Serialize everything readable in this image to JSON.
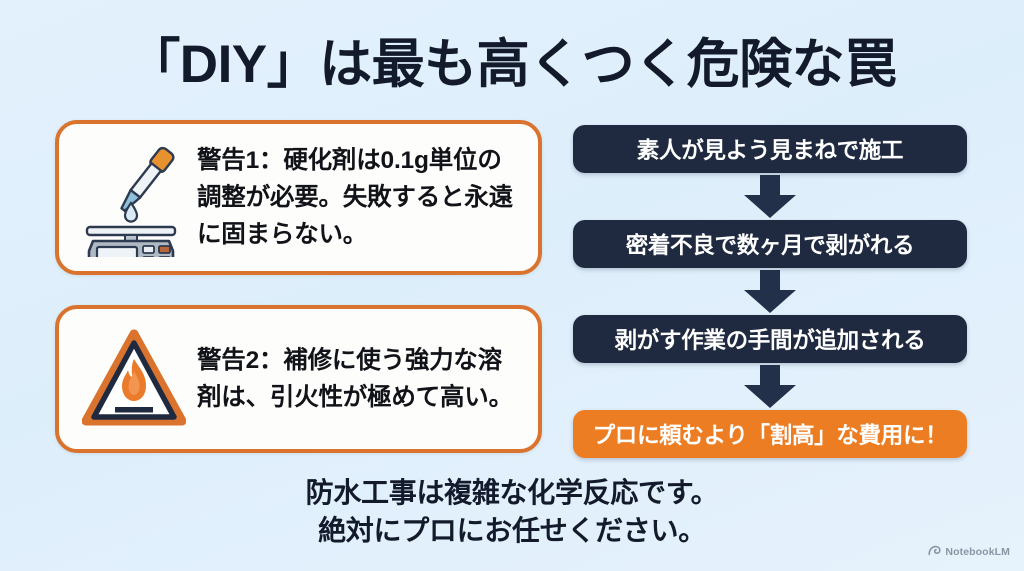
{
  "title": "「DIY」は最も高くつく危険な罠",
  "warnings": [
    {
      "icon": "scale-dropper-icon",
      "text": "警告1：硬化剤は0.1g単位の調整が必要。失敗すると永遠に固まらない。"
    },
    {
      "icon": "flammable-hazard-icon",
      "text": "警告2：補修に使う強力な溶剤は、引火性が極めて高い。"
    }
  ],
  "flow": {
    "steps": [
      {
        "label": "素人が見よう見まねで施工",
        "style": "dark"
      },
      {
        "label": "密着不良で数ヶ月で剥がれる",
        "style": "dark"
      },
      {
        "label": "剥がす作業の手間が追加される",
        "style": "dark"
      },
      {
        "label": "プロに頼むより「割高」な費用に！",
        "style": "accent"
      }
    ]
  },
  "footer": {
    "line1": "防水工事は複雑な化学反応です。",
    "line2": "絶対にプロにお任せください。"
  },
  "watermark": {
    "label": "NotebookLM"
  },
  "colors": {
    "background": "#e3f1fc",
    "title_text": "#131a2b",
    "card_border": "#d9732e",
    "card_background": "#fdfdfb",
    "flow_dark": "#1f2a40",
    "flow_accent": "#ed7d22",
    "arrow": "#22304a"
  }
}
